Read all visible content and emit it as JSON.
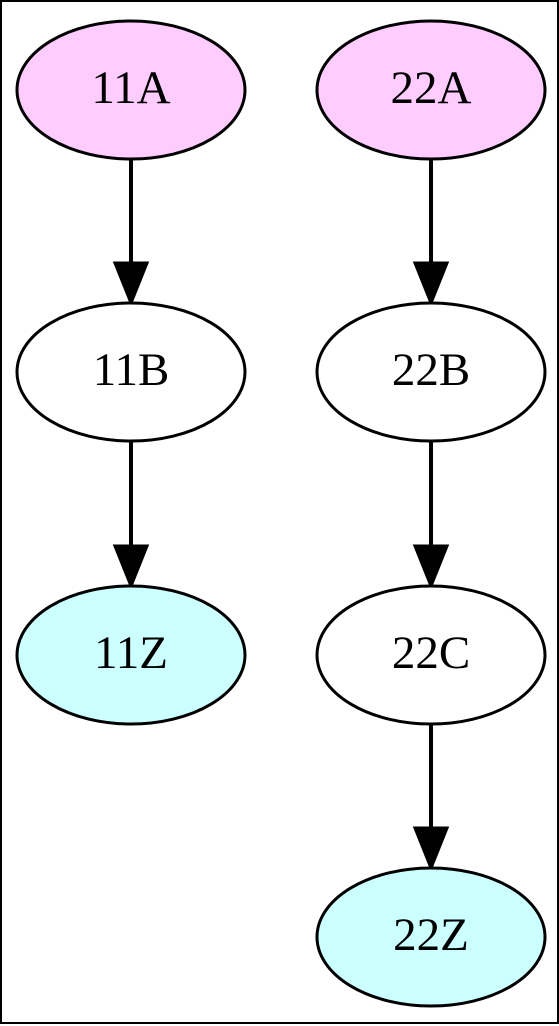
{
  "diagram": {
    "nodes": [
      {
        "id": "11A",
        "label": "11A",
        "fill": "#ffccff"
      },
      {
        "id": "11B",
        "label": "11B",
        "fill": "#ffffff"
      },
      {
        "id": "11Z",
        "label": "11Z",
        "fill": "#ccffff"
      },
      {
        "id": "22A",
        "label": "22A",
        "fill": "#ffccff"
      },
      {
        "id": "22B",
        "label": "22B",
        "fill": "#ffffff"
      },
      {
        "id": "22C",
        "label": "22C",
        "fill": "#ffffff"
      },
      {
        "id": "22Z",
        "label": "22Z",
        "fill": "#ccffff"
      }
    ],
    "edges": [
      {
        "from": "11A",
        "to": "11B"
      },
      {
        "from": "11B",
        "to": "11Z"
      },
      {
        "from": "22A",
        "to": "22B"
      },
      {
        "from": "22B",
        "to": "22C"
      },
      {
        "from": "22C",
        "to": "22Z"
      }
    ],
    "colors": {
      "start": "#ffccff",
      "middle": "#ffffff",
      "end": "#ccffff",
      "stroke": "#000000"
    }
  }
}
